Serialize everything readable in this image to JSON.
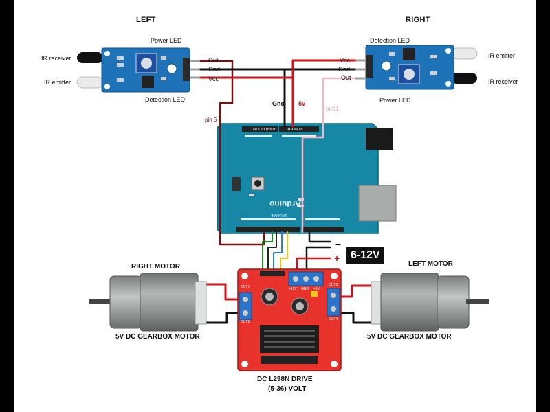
{
  "left_sensor": {
    "title": "LEFT",
    "power_led": "Power LED",
    "detection_led": "Detection LED",
    "ir_receiver": "IR receiver",
    "ir_emitter": "IR emitter",
    "pin_out": "Out",
    "pin_gnd": "Gnd",
    "pin_vcc": "Vcc"
  },
  "right_sensor": {
    "title": "RIGHT",
    "detection_led": "Detection LED",
    "power_led": "Power LED",
    "ir_emitter": "IR emitter",
    "ir_receiver": "IR receiver",
    "pin_vcc": "Vcc",
    "pin_gnd": "Gnd",
    "pin_out": "Out"
  },
  "wires": {
    "gnd": "Gnd",
    "five_v": "5v",
    "pin5": "pin 5",
    "pin11": "pin11"
  },
  "arduino": {
    "brand": "Arduino",
    "power_label": "POWER",
    "digital_label": "DIGITAL",
    "analog_label": "ANALOG IN"
  },
  "power_supply": {
    "label": "6-12V",
    "minus": "−",
    "plus": "+"
  },
  "motors": {
    "right_title": "RIGHT MOTOR",
    "left_title": "LEFT MOTOR",
    "right_caption": "5V DC GEARBOX MOTOR",
    "left_caption": "5V DC GEARBOX MOTOR"
  },
  "driver": {
    "caption_line1": "DC L298N DRIVE",
    "caption_line2": "(5-36) VOLT",
    "out1": "OUT1",
    "out2": "OUT2",
    "out3": "OUT3",
    "out4": "OUT4",
    "v12": "+12V",
    "gnd": "GND",
    "v5": "+5V"
  },
  "colors": {
    "sensor_board": "#1e73b8",
    "arduino_board": "#1787a6",
    "driver_board": "#e8322c",
    "wire_red": "#d0141b",
    "wire_black": "#111111",
    "wire_maroon": "#7a1010",
    "wire_pink": "#f2b8c8",
    "motor_gray": "#8c908e"
  }
}
